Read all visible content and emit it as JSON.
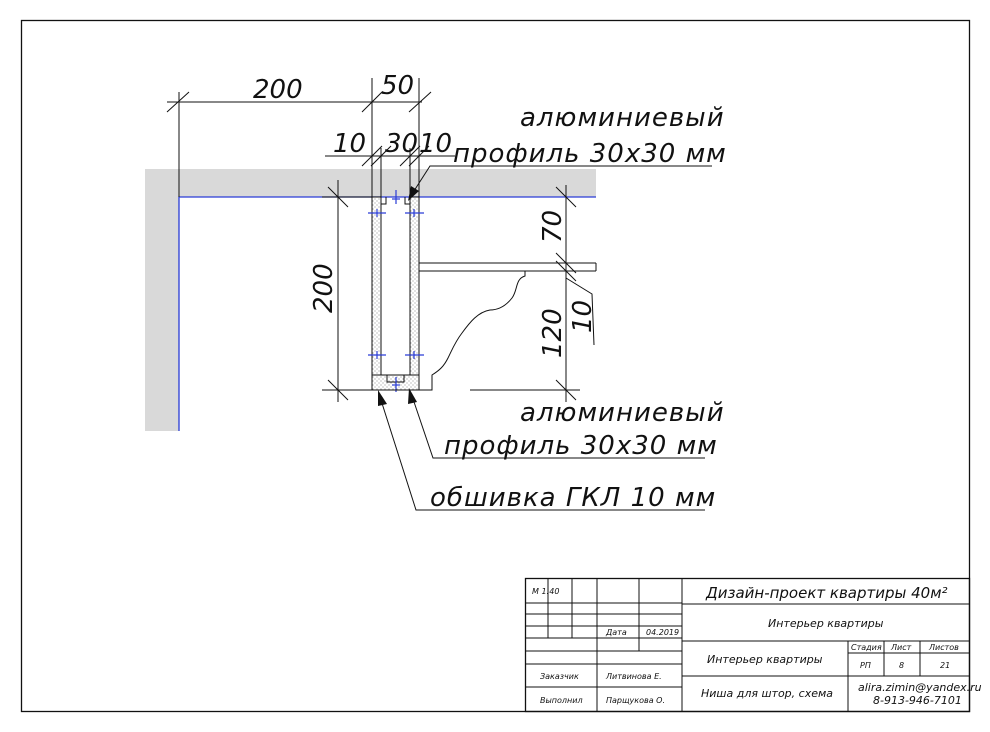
{
  "dimensions": {
    "d200_top": "200",
    "d50": "50",
    "d10_left": "10",
    "d30": "30",
    "d10_right": "10",
    "d200_left": "200",
    "d70": "70",
    "d120": "120",
    "d10_side": "10"
  },
  "notes": {
    "profile_top_line1": "алюминиевый",
    "profile_top_line2": "профиль 30х30 мм",
    "profile_bottom_line1": "алюминиевый",
    "profile_bottom_line2": "профиль 30х30 мм",
    "gkl": "обшивка ГКЛ 10 мм"
  },
  "title_block": {
    "scale": "М 1:40",
    "date_label": "Дата",
    "date_value": "04.2019",
    "project_title": "Дизайн-проект квартиры 40м²",
    "section_title": "Интерьер квартиры",
    "sheet_title": "Интерьер квартиры",
    "drawing_name": "Ниша для штор, схема",
    "stage_label": "Стадия",
    "sheet_label": "Лист",
    "sheets_label": "Листов",
    "stage_value": "РП",
    "sheet_value": "8",
    "sheets_value": "21",
    "customer_label": "Заказчик",
    "customer_name": "Литвинова Е.",
    "performer_label": "Выполнил",
    "performer_name": "Парщукова О.",
    "contact_email": "alira.zimin@yandex.ru",
    "contact_phone": "8-913-946-7101"
  },
  "colors": {
    "wall_fill": "#d9d9d9",
    "wall_line": "#2a3cd6",
    "ink": "#111111"
  }
}
